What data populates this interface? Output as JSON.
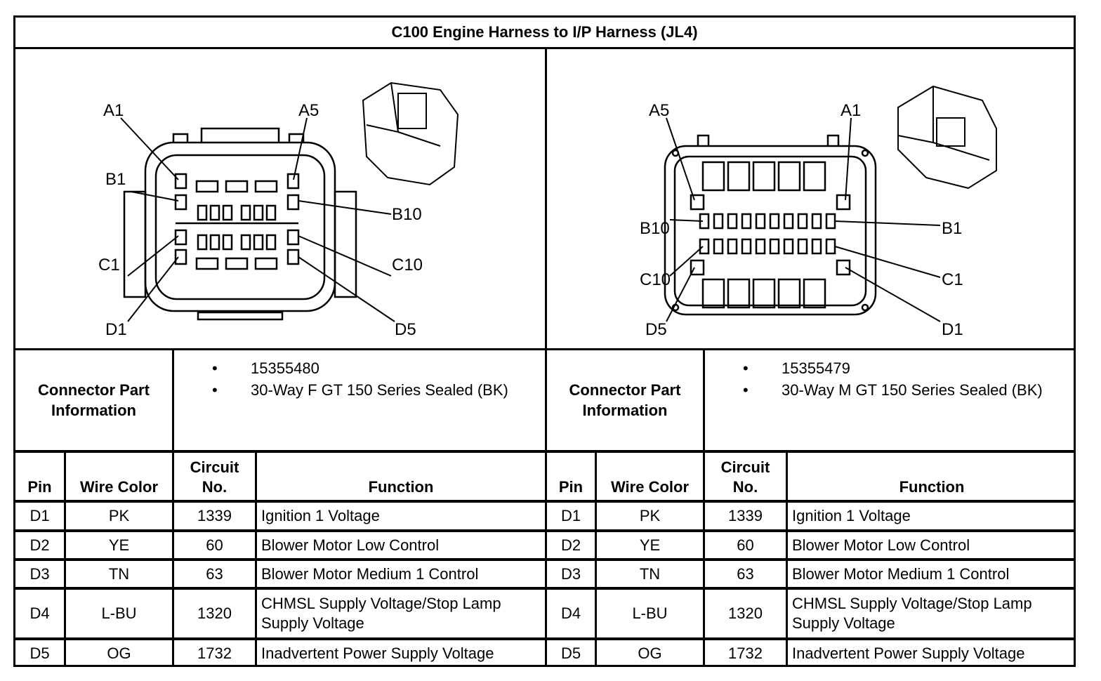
{
  "title": "C100 Engine Harness to I/P Harness (JL4)",
  "connectors": [
    {
      "side": "left",
      "info_label": "Connector Part Information",
      "part_number": "15355480",
      "description": "30-Way F GT 150 Series Sealed (BK)",
      "pin_labels": [
        "A1",
        "A5",
        "B1",
        "B10",
        "C1",
        "C10",
        "D1",
        "D5"
      ]
    },
    {
      "side": "right",
      "info_label": "Connector Part Information",
      "part_number": "15355479",
      "description": "30-Way M GT 150 Series Sealed (BK)",
      "pin_labels": [
        "A5",
        "A1",
        "B10",
        "B1",
        "C10",
        "C1",
        "D5",
        "D1"
      ]
    }
  ],
  "table_headers": {
    "pin": "Pin",
    "wire_color": "Wire Color",
    "circuit_no": "Circuit No.",
    "function": "Function"
  },
  "rows": [
    {
      "pin": "D1",
      "wire_color": "PK",
      "circuit": "1339",
      "function": "Ignition 1 Voltage"
    },
    {
      "pin": "D2",
      "wire_color": "YE",
      "circuit": "60",
      "function": "Blower Motor Low Control"
    },
    {
      "pin": "D3",
      "wire_color": "TN",
      "circuit": "63",
      "function": "Blower Motor Medium 1 Control"
    },
    {
      "pin": "D4",
      "wire_color": "L-BU",
      "circuit": "1320",
      "function": "CHMSL Supply Voltage/Stop Lamp Supply Voltage"
    },
    {
      "pin": "D5",
      "wire_color": "OG",
      "circuit": "1732",
      "function": "Inadvertent Power Supply Voltage"
    }
  ]
}
